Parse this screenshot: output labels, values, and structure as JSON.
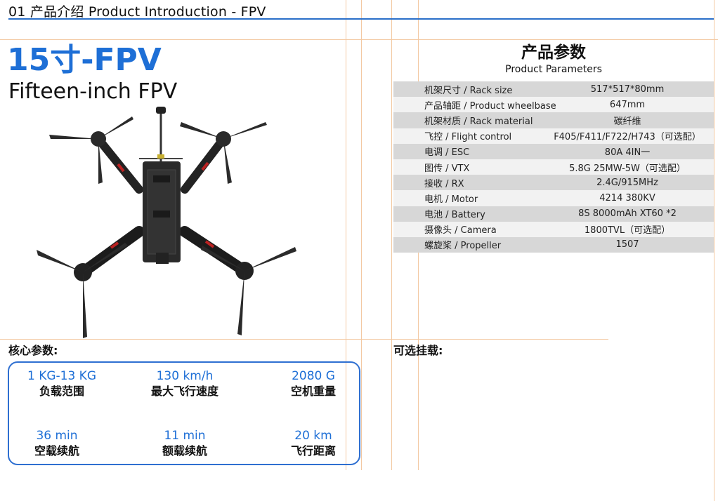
{
  "header": {
    "title": "01  产品介绍  Product Introduction  -  FPV"
  },
  "product": {
    "title_zh": "15寸-FPV",
    "title_en": "Fifteen-inch FPV"
  },
  "params": {
    "title_zh": "产品参数",
    "title_en": "Product Parameters",
    "rows": [
      {
        "key": "机架尺寸 / Rack size",
        "value": "517*517*80mm"
      },
      {
        "key": "产品轴距 / Product wheelbase",
        "value": "647mm"
      },
      {
        "key": "机架材质 / Rack material",
        "value": "碳纤维"
      },
      {
        "key": "飞控 / Flight control",
        "value": "F405/F411/F722/H743（可选配）"
      },
      {
        "key": "电调 / ESC",
        "value": "80A 4IN一"
      },
      {
        "key": "图传 / VTX",
        "value": "5.8G 25MW-5W（可选配）"
      },
      {
        "key": "接收 / RX",
        "value": "2.4G/915MHz"
      },
      {
        "key": "电机 / Motor",
        "value": "4214 380KV"
      },
      {
        "key": "电池 / Battery",
        "value": "8S 8000mAh XT60 *2"
      },
      {
        "key": "摄像头 / Camera",
        "value": "1800TVL（可选配）"
      },
      {
        "key": "螺旋桨 / Propeller",
        "value": "1507"
      }
    ]
  },
  "core": {
    "label": "核心参数:",
    "stats": [
      {
        "value": "1 KG-13 KG",
        "label": "负载范围"
      },
      {
        "value": "130 km/h",
        "label": "最大飞行速度"
      },
      {
        "value": "2080 G",
        "label": "空机重量"
      },
      {
        "value": "36 min",
        "label": "空载续航"
      },
      {
        "value": "11 min",
        "label": "额载续航"
      },
      {
        "value": "20 km",
        "label": "飞行距离"
      }
    ]
  },
  "optional": {
    "label": "可选挂载:"
  },
  "colors": {
    "accent": "#1e6fd6",
    "rule": "#2a6fc9",
    "table_dark": "#d7d7d7",
    "table_light": "#f2f2f2"
  }
}
